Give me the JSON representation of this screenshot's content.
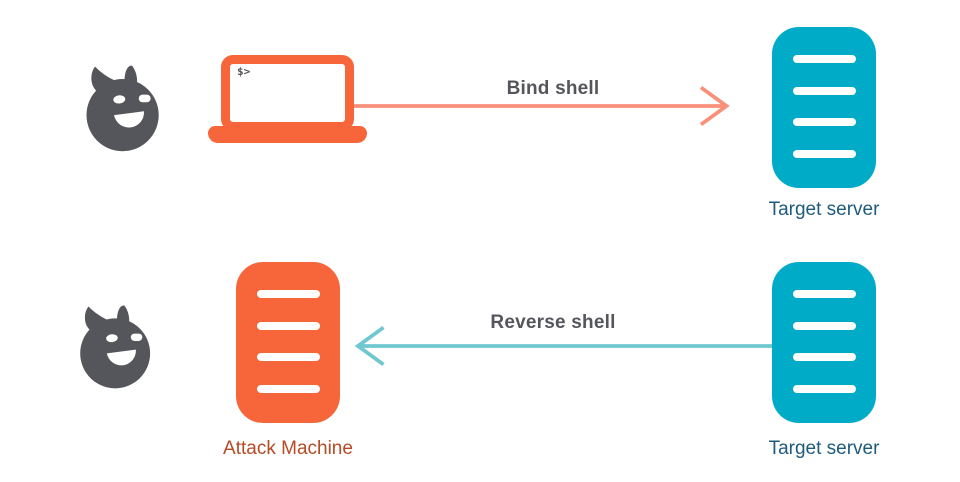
{
  "colors": {
    "background": "#FFFFFF",
    "orange": "#F6663A",
    "salmon_arrow": "#F8907A",
    "teal": "#00ABC8",
    "teal_arrow": "#6FC7D0",
    "icon_gray": "#55565B",
    "text_gray": "#55565B",
    "target_label_blue": "#1E5B7D",
    "attack_label_rust": "#B54A24"
  },
  "rows": [
    {
      "id": "bind-shell",
      "attacker_icon": "devil-face-icon",
      "attacker_device_icon": "laptop-terminal-icon",
      "terminal_prompt": "$>",
      "arrow_label": "Bind shell",
      "arrow_direction": "right",
      "target_icon": "server-icon",
      "target_label": "Target server"
    },
    {
      "id": "reverse-shell",
      "attacker_icon": "devil-face-icon",
      "attacker_device_icon": "server-icon",
      "attacker_label": "Attack Machine",
      "arrow_label": "Reverse shell",
      "arrow_direction": "left",
      "target_icon": "server-icon",
      "target_label": "Target server"
    }
  ]
}
